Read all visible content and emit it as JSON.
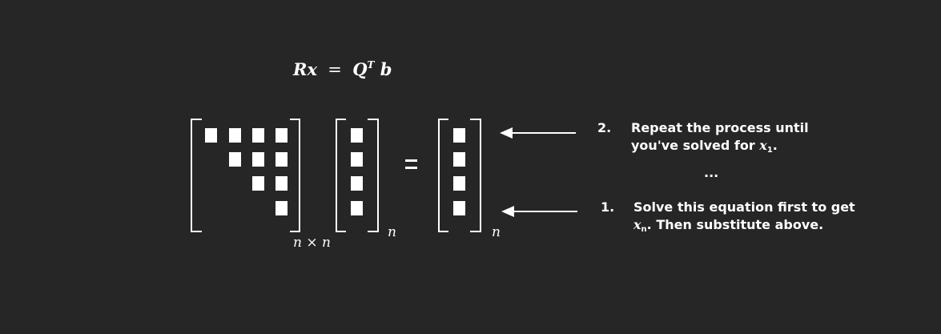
{
  "equation": {
    "lhs": "Rx",
    "equals": "=",
    "q": "Q",
    "transpose": "T",
    "b": "b"
  },
  "dimensions": {
    "r_matrix": "n × n",
    "x_vector": "n",
    "b_vector": "n"
  },
  "equals_sign": "=",
  "steps": [
    {
      "number": "2.",
      "line1": "Repeat the process until",
      "line2_prefix": "you've solved for ",
      "line2_var": "x",
      "line2_sub": "1",
      "line2_suffix": "."
    },
    {
      "number": "1.",
      "line1": "Solve this equation first to get",
      "line2_var": "x",
      "line2_sub": "n",
      "line2_suffix": ". Then substitute above."
    }
  ],
  "ellipsis": "...",
  "colors": {
    "background": "#262626",
    "foreground": "#ffffff"
  }
}
